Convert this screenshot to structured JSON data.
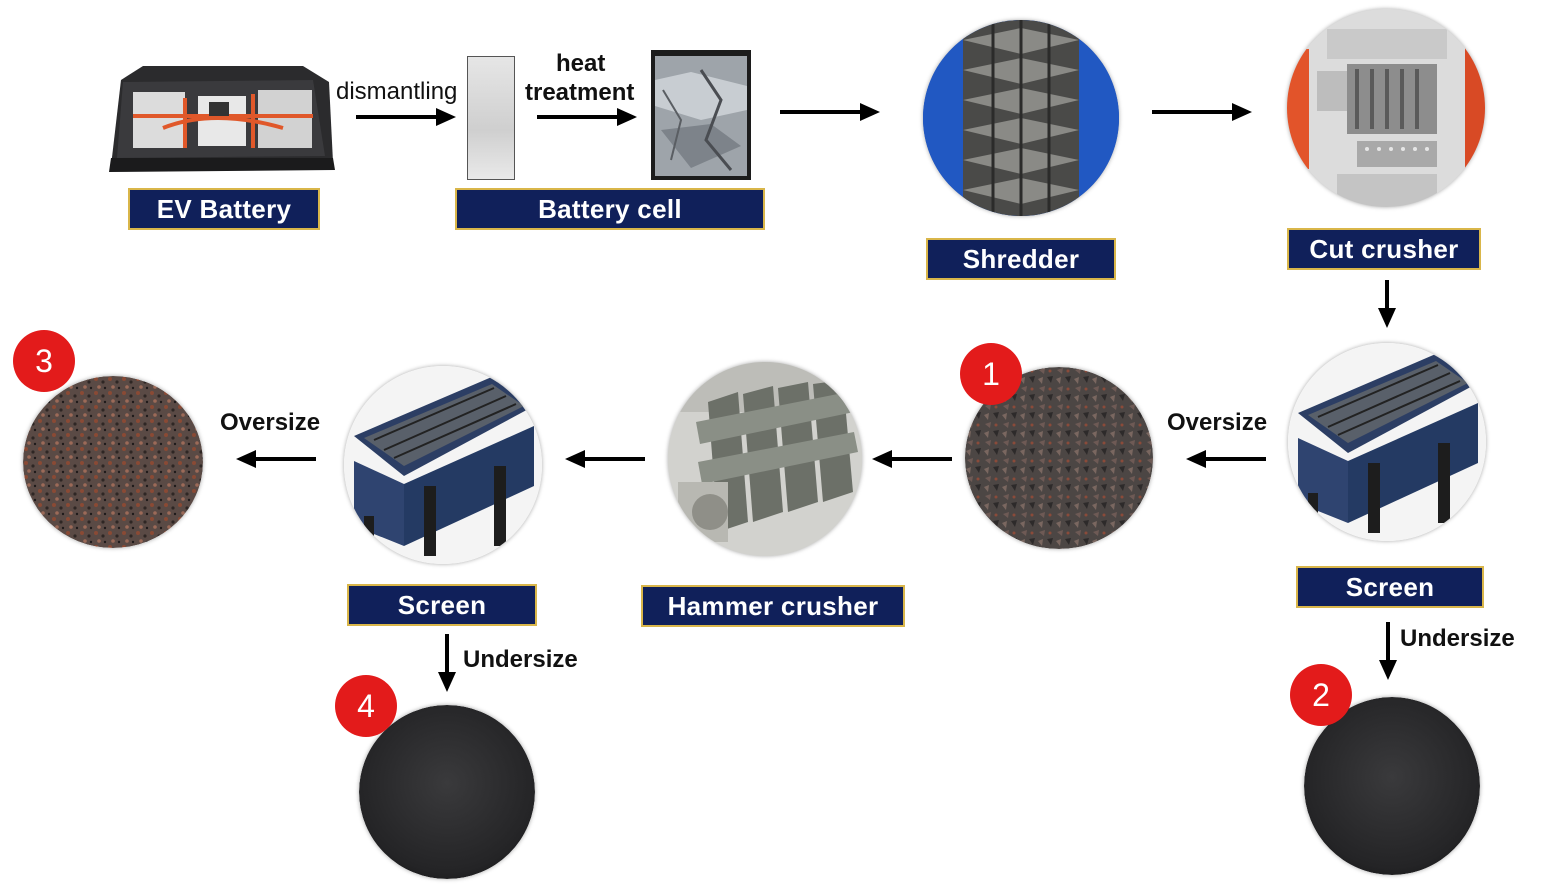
{
  "top_row": {
    "ev_battery_label": "EV Battery",
    "dismantling_label": "dismantling",
    "heat_line1": "heat",
    "heat_line2": "treatment",
    "battery_cell_label": "Battery cell",
    "shredder_label": "Shredder",
    "cut_crusher_label": "Cut crusher"
  },
  "right_column": {
    "screen_label": "Screen",
    "oversize_label": "Oversize",
    "undersize_label": "Undersize",
    "badge_product1": "1",
    "badge_product2": "2"
  },
  "middle_row": {
    "hammer_crusher_label": "Hammer crusher",
    "screen_label": "Screen",
    "oversize_label": "Oversize",
    "undersize_label": "Undersize",
    "badge_product3": "3",
    "badge_product4": "4"
  },
  "colors": {
    "label_bg": "#10205a",
    "label_border": "#d9b64a",
    "badge": "#e31b1b",
    "arrow": "#000000"
  }
}
